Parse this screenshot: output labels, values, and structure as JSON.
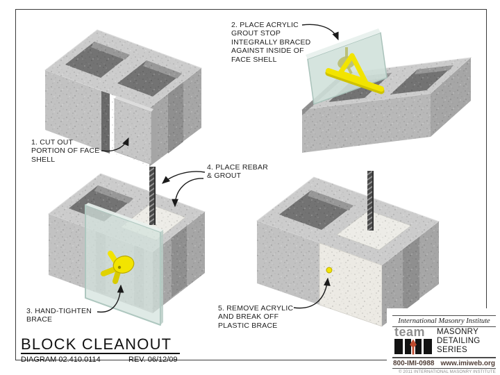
{
  "annotations": {
    "step1": {
      "lines": [
        "1. CUT OUT",
        "PORTION OF FACE",
        "SHELL"
      ]
    },
    "step2": {
      "lines": [
        "2. PLACE ACRYLIC",
        "GROUT STOP",
        "INTEGRALLY BRACED",
        "AGAINST INSIDE OF",
        "FACE SHELL"
      ]
    },
    "step3": {
      "lines": [
        "3. HAND-TIGHTEN",
        "BRACE"
      ]
    },
    "step4": {
      "lines": [
        "4. PLACE REBAR",
        "& GROUT"
      ]
    },
    "step5": {
      "lines": [
        "5. REMOVE ACRYLIC",
        "AND BREAK OFF",
        "PLASTIC BRACE"
      ]
    }
  },
  "title_block": {
    "title": "BLOCK CLEANOUT",
    "diagram_number": "DIAGRAM 02.410.0114",
    "revision": "REV. 06/12/09"
  },
  "branding": {
    "institute_name": "International Masonry Institute",
    "team_label": "team",
    "series_lines": [
      "MASONRY",
      "DETAILING",
      "SERIES"
    ],
    "phone": "800-IMI-0988",
    "website": "www.imiweb.org",
    "copyright": "© 2011 INTERNATIONAL MASONRY INSTITUTE"
  },
  "colors": {
    "concrete_top": "#cccccc",
    "concrete_front": "#c2c2c2",
    "concrete_end": "#a6a6a6",
    "cell_interior": "#737373",
    "grout_white": "#edece7",
    "acrylic_teal": "#cfe0da",
    "brace_yellow": "#f2e400",
    "brace_behind_acrylic": "#b9bd6e",
    "trowel_red": "#bf4a2e",
    "team_gray": "#8e8e8e",
    "line_black": "#1a1a1a"
  }
}
